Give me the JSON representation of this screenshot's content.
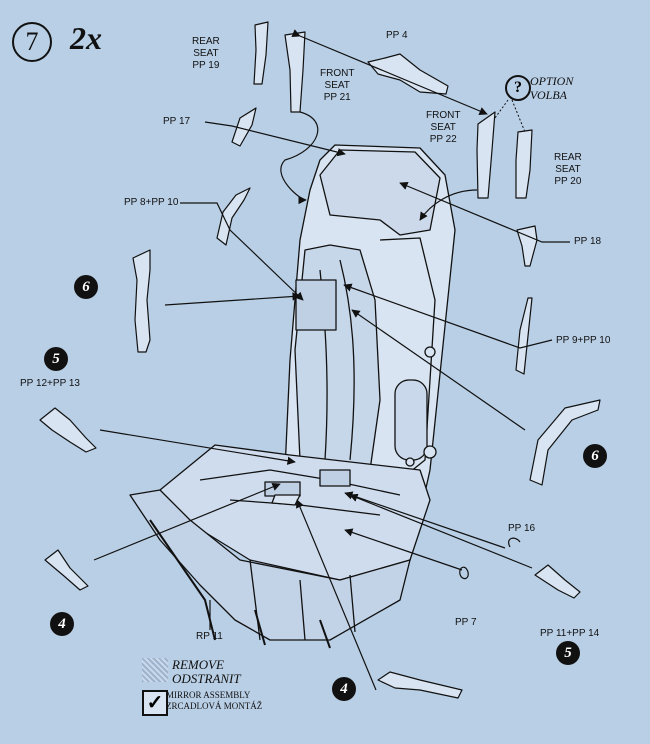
{
  "header": {
    "step_number": "7",
    "quantity": "2x"
  },
  "option": {
    "icon": "question-mark-icon",
    "line1": "OPTION",
    "line2": "VOLBA"
  },
  "parts": {
    "pp4": "PP 4",
    "rear_seat_19": [
      "REAR",
      "SEAT",
      "PP 19"
    ],
    "front_seat_21": [
      "FRONT",
      "SEAT",
      "PP 21"
    ],
    "front_seat_22": [
      "FRONT",
      "SEAT",
      "PP 22"
    ],
    "rear_seat_20": [
      "REAR",
      "SEAT",
      "PP 20"
    ],
    "pp17": "PP 17",
    "pp8_10": "PP 8+PP 10",
    "pp18": "PP 18",
    "pp9_10": "PP 9+PP 10",
    "pp12_13": "PP 12+PP 13",
    "pp16": "PP 16",
    "pp7": "PP 7",
    "rp11": "RP 11",
    "pp11_14": "PP 11+PP 14"
  },
  "callouts": {
    "six_left": "6",
    "five_left": "5",
    "six_right": "6",
    "four_left": "4",
    "four_bottom": "4",
    "five_right": "5"
  },
  "legend": {
    "remove_en": "REMOVE",
    "remove_cz": "ODSTRANIT",
    "mirror_en": "MIRROR ASSEMBLY",
    "mirror_cz": "ZRCADLOVÁ MONTÁŽ",
    "check_mark": "✓"
  },
  "colors": {
    "background": "#b9cfe6",
    "ink": "#111111",
    "part_fill": "#d8e4f1"
  }
}
